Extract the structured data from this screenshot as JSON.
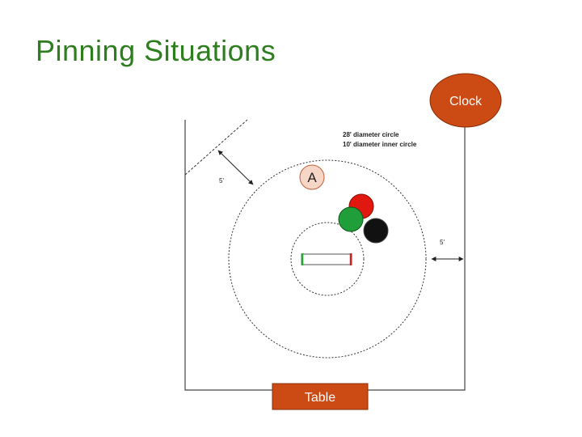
{
  "slide": {
    "title": "Pinning Situations"
  },
  "diagram": {
    "clock_label": "Clock",
    "table_label": "Table",
    "player_a_label": "A",
    "outer_circle_note": "28' diameter circle",
    "inner_circle_note": "10' diameter inner circle",
    "distance_left": "5'",
    "distance_right": "5'",
    "colors": {
      "clock_fill": "#cc4a14",
      "table_fill": "#cc4a14",
      "player_red": "#e0180f",
      "player_green": "#1f9e3a",
      "player_black": "#111111",
      "mat_marker_red": "#cc2222",
      "mat_marker_green": "#22aa33"
    }
  }
}
